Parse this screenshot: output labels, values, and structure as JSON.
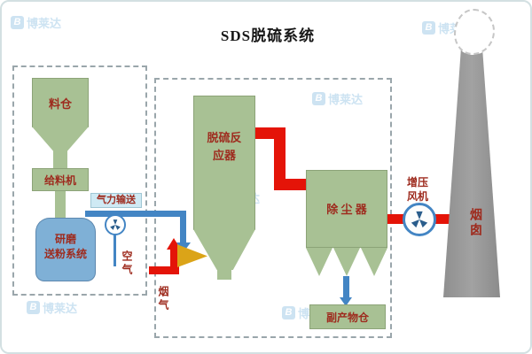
{
  "title": "SDS脱硫系统",
  "watermark": {
    "logo_letter": "B",
    "brand": "博莱达"
  },
  "prep_system": {
    "silo": "料仓",
    "feeder": "给料机",
    "mill_line1": "研磨",
    "mill_line2": "送粉系统",
    "pneumatic_conveying": "气力输送",
    "air": "空气"
  },
  "reaction_system": {
    "reactor_line1": "脱硫反",
    "reactor_line2": "应器",
    "flue_gas": "烟气",
    "dust_collector": "除 尘 器",
    "byproduct_silo": "副产物仓"
  },
  "exhaust_system": {
    "booster_fan_line1": "增压",
    "booster_fan_line2": "风机",
    "chimney": "烟囱"
  },
  "colors": {
    "equipment_green": "#a8c194",
    "tank_blue": "#7fb0d6",
    "pipe_red": "#e41408",
    "pipe_blue": "#4385c4",
    "label_red": "#9e2b1e",
    "chimney_gray": "#a2a2a2",
    "watermark_blue": "#a5cde8"
  }
}
